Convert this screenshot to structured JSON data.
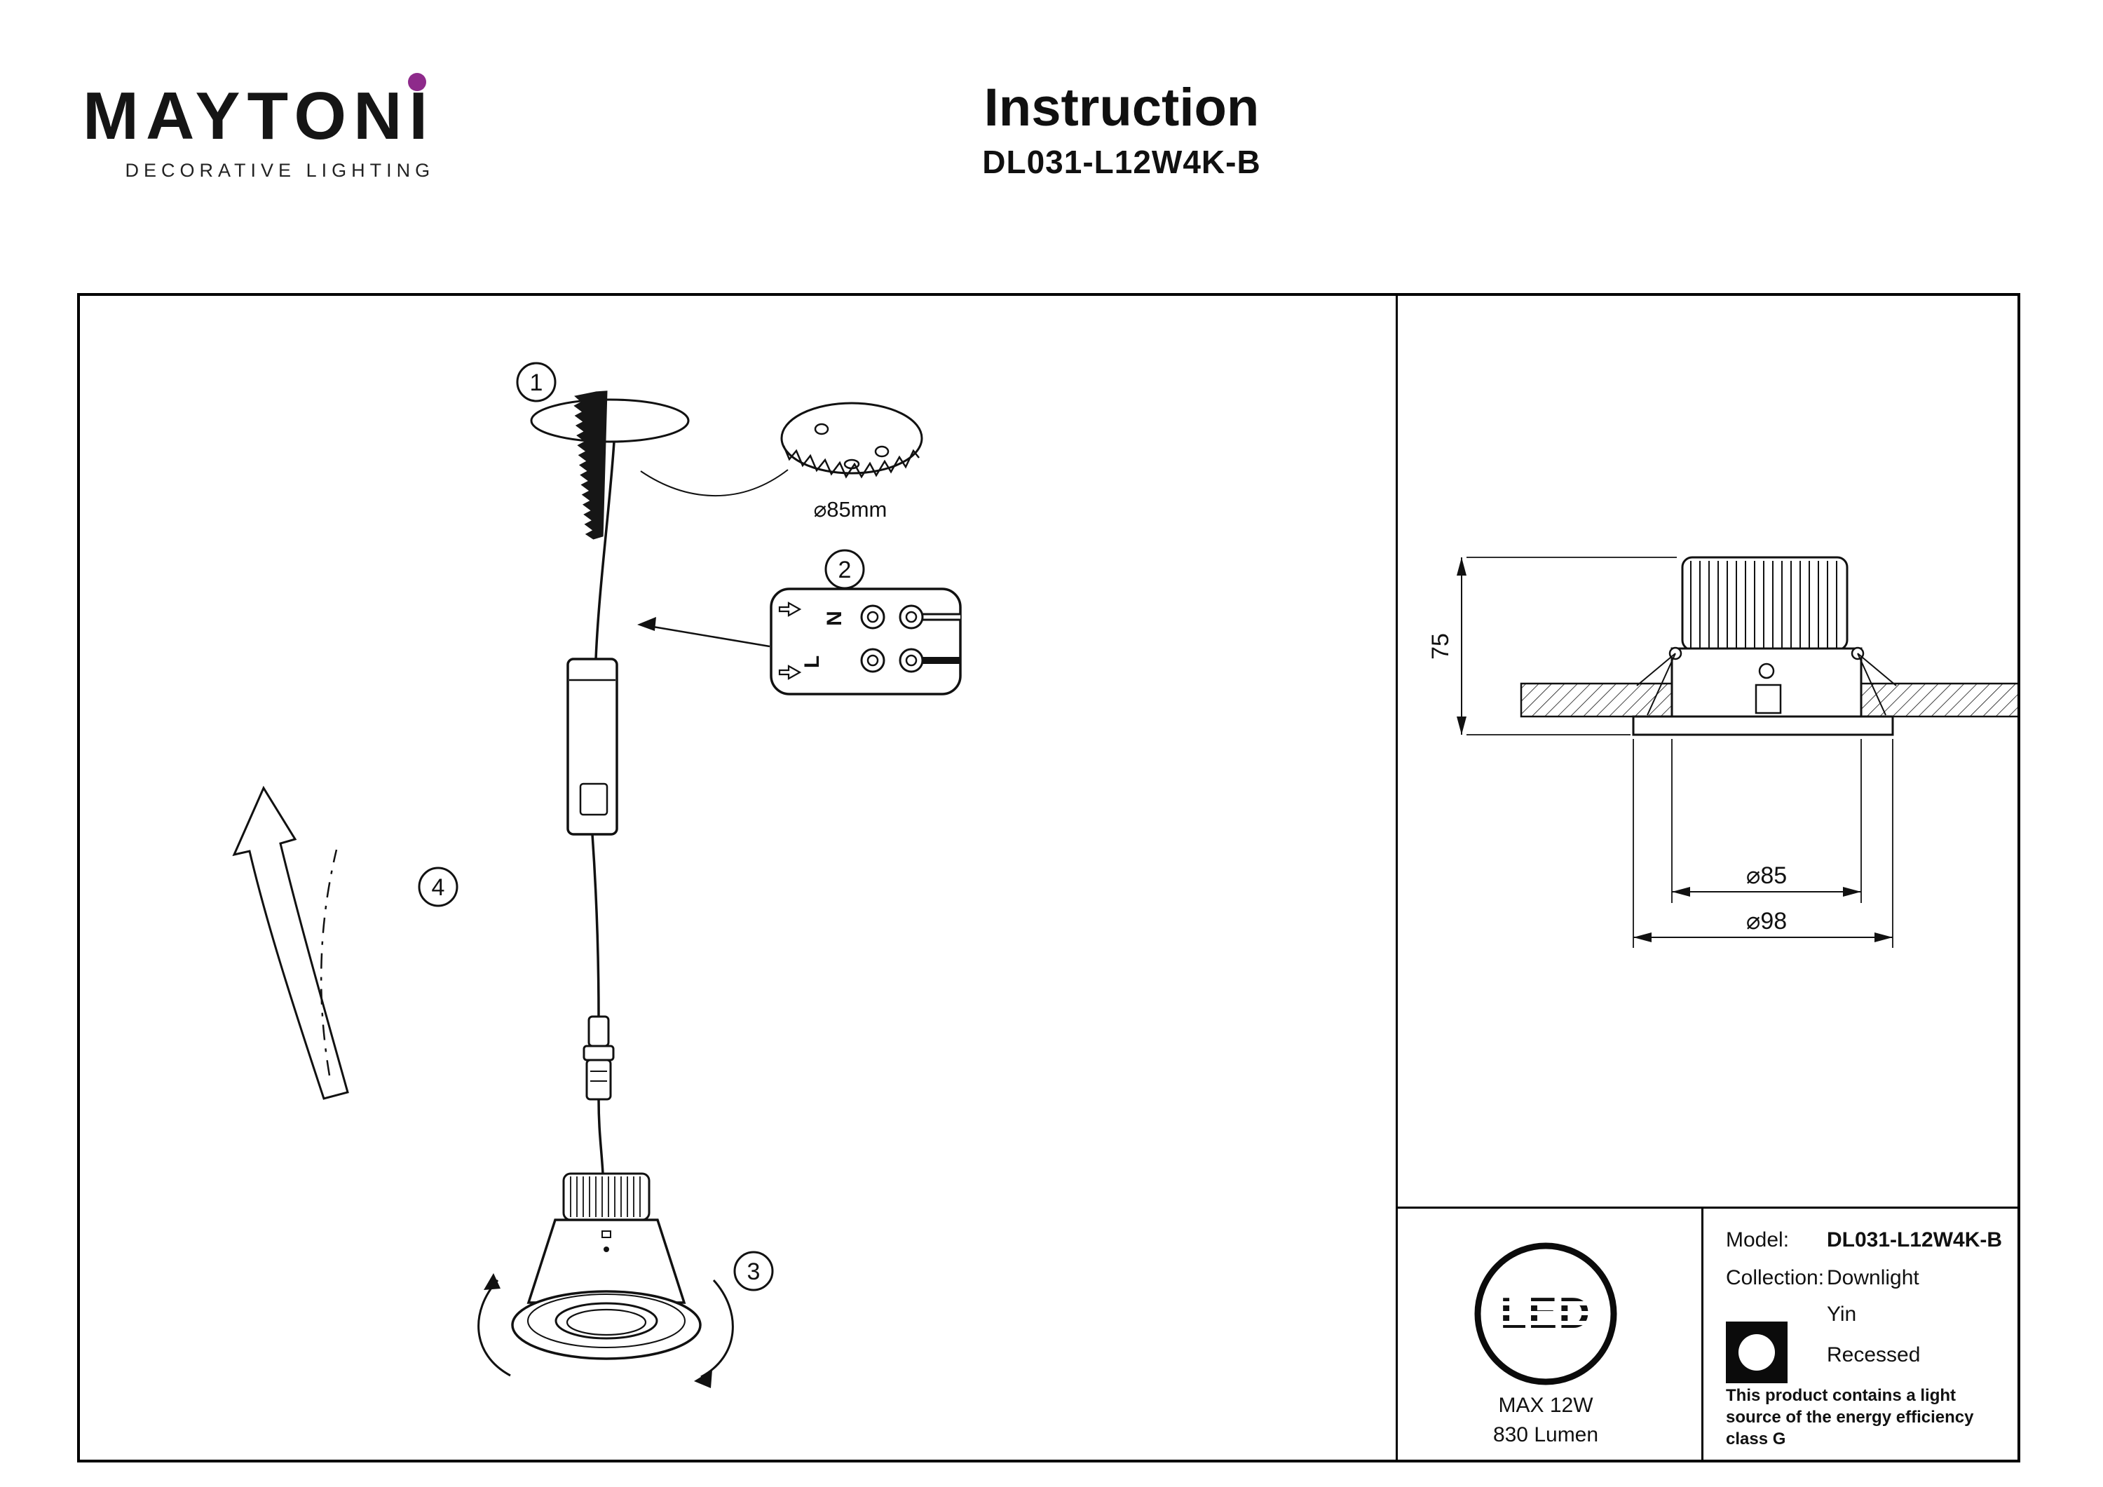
{
  "brand": {
    "name": "MAYTONI",
    "tagline": "DECORATIVE LIGHTING",
    "dot_color": "#8e2a8b"
  },
  "header": {
    "title": "Instruction",
    "model": "DL031-L12W4K-B"
  },
  "installation": {
    "step1": "1",
    "step2": "2",
    "step3": "3",
    "step4": "4",
    "hole_diameter": "⌀85mm",
    "wire_neutral": "N",
    "wire_live": "L"
  },
  "dimensions": {
    "height_mm": "75",
    "cutout_diameter": "⌀85",
    "outer_diameter": "⌀98"
  },
  "led_badge": {
    "label": "LED",
    "max_power": "MAX 12W",
    "luminous_flux": "830 Lumen"
  },
  "product": {
    "model_label": "Model:",
    "model": "DL031-L12W4K-B",
    "collection_label": "Collection:",
    "collection": "Downlight",
    "series": "Yin",
    "mounting": "Recessed",
    "energy_note": "This product contains a light source of the energy efficiency class G"
  }
}
